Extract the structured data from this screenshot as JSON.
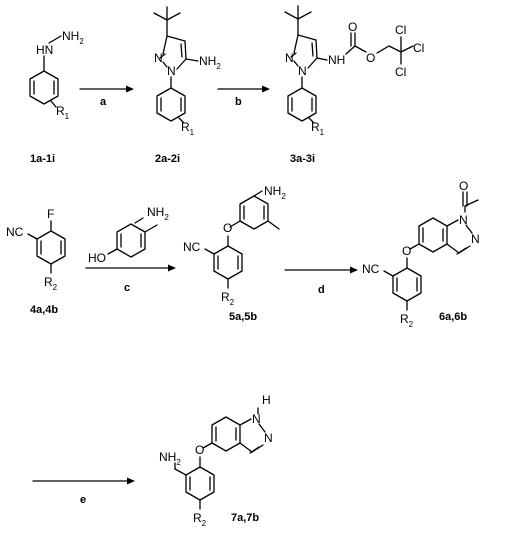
{
  "compounds": {
    "c1": {
      "label": "1a-1i",
      "atoms": {
        "nh": "HN",
        "nh2": "NH",
        "nh2_sub": "2",
        "r": "R",
        "r_sub": "1"
      }
    },
    "c2": {
      "label": "2a-2i",
      "atoms": {
        "n1": "N",
        "n2": "N",
        "nh2": "NH",
        "nh2_sub": "2",
        "r": "R",
        "r_sub": "1"
      }
    },
    "c3": {
      "label": "3a-3i",
      "atoms": {
        "n1": "N",
        "n2": "N",
        "nh": "NH",
        "o1": "O",
        "o2": "O",
        "cl1": "Cl",
        "cl2": "Cl",
        "cl3": "Cl",
        "r": "R",
        "r_sub": "1"
      }
    },
    "c4": {
      "label": "4a,4b",
      "atoms": {
        "f": "F",
        "nc": "NC",
        "r": "R",
        "r_sub": "2"
      }
    },
    "reagent_c": {
      "atoms": {
        "nh2": "NH",
        "nh2_sub": "2",
        "ho": "HO"
      }
    },
    "c5": {
      "label": "5a,5b",
      "atoms": {
        "nh2": "NH",
        "nh2_sub": "2",
        "o": "O",
        "nc": "NC",
        "r": "R",
        "r_sub": "2"
      }
    },
    "c6": {
      "label": "6a,6b",
      "atoms": {
        "o_acetyl": "O",
        "n1": "N",
        "n2": "N",
        "o": "O",
        "nc": "NC",
        "r": "R",
        "r_sub": "2"
      }
    },
    "c7": {
      "label": "7a,7b",
      "atoms": {
        "nh": "H",
        "n1": "N",
        "n2": "N",
        "o": "O",
        "nh2": "NH",
        "nh2_sub": "2",
        "r": "R",
        "r_sub": "2"
      }
    }
  },
  "reactions": {
    "a": {
      "label": "a"
    },
    "b": {
      "label": "b"
    },
    "c": {
      "label": "c"
    },
    "d": {
      "label": "d"
    },
    "e": {
      "label": "e"
    }
  }
}
